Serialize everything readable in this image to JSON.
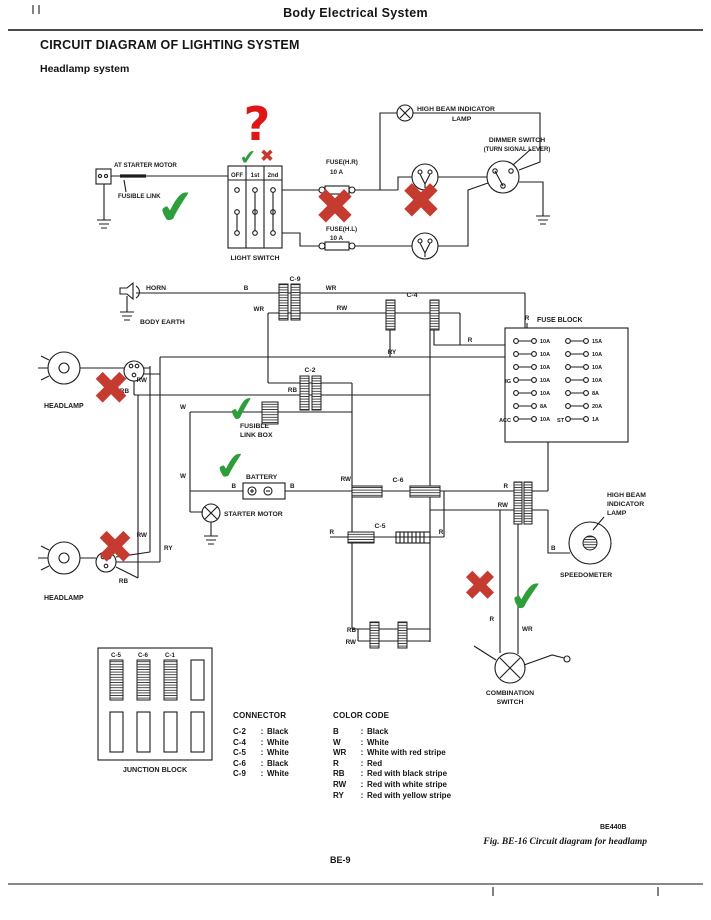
{
  "page": {
    "header": "Body Electrical System",
    "title": "CIRCUIT DIAGRAM OF LIGHTING SYSTEM",
    "subtitle": "Headlamp system",
    "figure_caption": "Fig. BE-16 Circuit diagram for headlamp",
    "doc_code": "BE440B",
    "page_number": "BE-9"
  },
  "labels": {
    "at_starter_motor": "AT STARTER MOTOR",
    "fusible_link": "FUSIBLE LINK",
    "light_switch": "LIGHT SWITCH",
    "sw_off": "OFF",
    "sw_1st": "1st",
    "sw_2nd": "2nd",
    "fuse_hr": "FUSE(H.R)",
    "fuse_hr_amp": "10 A",
    "fuse_hl": "FUSE(H.L)",
    "fuse_hl_amp": "10 A",
    "high_beam_indicator": "HIGH BEAM INDICATOR",
    "lamp": "LAMP",
    "dimmer_switch": "DIMMER SWITCH",
    "turn_signal_lever": "(TURN SIGNAL LEVER)",
    "horn": "HORN",
    "body_earth": "BODY EARTH",
    "fuse_block": "FUSE BLOCK",
    "headlamp": "HEADLAMP",
    "fusible": "FUSIBLE",
    "link_box": "LINK BOX",
    "battery": "BATTERY",
    "starter_motor": "STARTER MOTOR",
    "high_beam": "HIGH BEAM",
    "indicator": "INDICATOR",
    "speedometer": "SPEEDOMETER",
    "combination": "COMBINATION",
    "switch": "SWITCH",
    "junction_block": "JUNCTION BLOCK"
  },
  "connector_labels": {
    "c1": "C-1",
    "c2": "C-2",
    "c4": "C-4",
    "c5": "C-5",
    "c6": "C-6",
    "c9": "C-9"
  },
  "wires": {
    "b": "B",
    "w": "W",
    "wr": "WR",
    "r": "R",
    "rb": "RB",
    "rw": "RW",
    "ry": "RY"
  },
  "fuse_block": {
    "left": [
      "10A",
      "10A",
      "10A",
      "10A",
      "10A",
      "8A",
      "10A"
    ],
    "right": [
      "15A",
      "10A",
      "10A",
      "10A",
      "8A",
      "20A",
      "1A"
    ],
    "codes": {
      "ig": "IG",
      "acc": "ACC",
      "st": "ST"
    }
  },
  "legend": {
    "connector_header": "CONNECTOR",
    "color_header": "COLOR CODE",
    "separator": ":",
    "connectors": [
      {
        "code": "C-2",
        "value": "Black"
      },
      {
        "code": "C-4",
        "value": "White"
      },
      {
        "code": "C-5",
        "value": "White"
      },
      {
        "code": "C-6",
        "value": "Black"
      },
      {
        "code": "C-9",
        "value": "White"
      }
    ],
    "colors": [
      {
        "code": "B",
        "value": "Black"
      },
      {
        "code": "W",
        "value": "White"
      },
      {
        "code": "WR",
        "value": "White with red stripe"
      },
      {
        "code": "R",
        "value": "Red"
      },
      {
        "code": "RB",
        "value": "Red with black stripe"
      },
      {
        "code": "RW",
        "value": "Red with white stripe"
      },
      {
        "code": "RY",
        "value": "Red with yellow stripe"
      }
    ]
  },
  "annotations": {
    "check_glyph": "✔",
    "cross_glyph": "✖",
    "question_glyph": "?",
    "check_color": "#2e9e3a",
    "cross_color": "#c63b2f",
    "question_color": "#e01616"
  },
  "palette": {
    "ink": "#1c1c1c",
    "paper": "#ffffff"
  }
}
